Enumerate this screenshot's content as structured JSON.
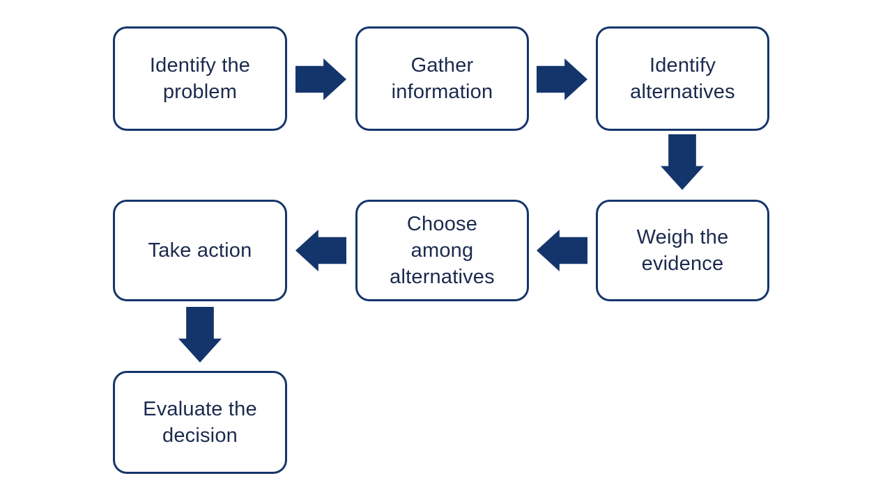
{
  "colors": {
    "navy": "#14356b",
    "text": "#1b2a4d",
    "box-bg": "#ffffff",
    "page-bg": "#ffffff"
  },
  "flowchart": {
    "steps": [
      {
        "id": "identify-problem",
        "label": "Identify the\nproblem"
      },
      {
        "id": "gather-information",
        "label": "Gather\ninformation"
      },
      {
        "id": "identify-alternatives",
        "label": "Identify\nalternatives"
      },
      {
        "id": "weigh-evidence",
        "label": "Weigh the\nevidence"
      },
      {
        "id": "choose-among-alternatives",
        "label": "Choose\namong\nalternatives"
      },
      {
        "id": "take-action",
        "label": "Take action"
      },
      {
        "id": "evaluate-decision",
        "label": "Evaluate the\ndecision"
      }
    ],
    "connections": [
      {
        "from": "identify-problem",
        "to": "gather-information",
        "direction": "right"
      },
      {
        "from": "gather-information",
        "to": "identify-alternatives",
        "direction": "right"
      },
      {
        "from": "identify-alternatives",
        "to": "weigh-evidence",
        "direction": "down"
      },
      {
        "from": "weigh-evidence",
        "to": "choose-among-alternatives",
        "direction": "left"
      },
      {
        "from": "choose-among-alternatives",
        "to": "take-action",
        "direction": "left"
      },
      {
        "from": "take-action",
        "to": "evaluate-decision",
        "direction": "down"
      }
    ]
  }
}
